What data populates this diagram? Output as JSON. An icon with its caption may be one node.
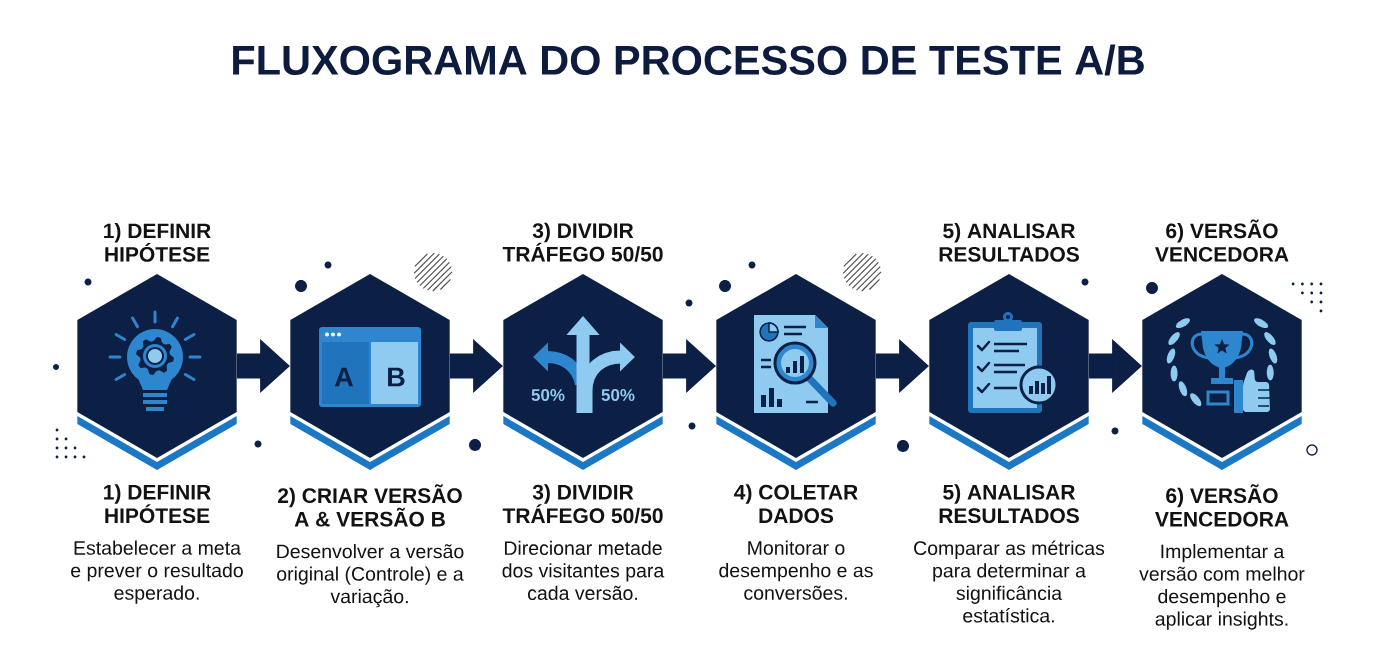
{
  "diagram": {
    "title": "FLUXOGRAMA DO PROCESSO DE TESTE A/B",
    "nodes": [
      {
        "text": [],
        "shape": "hexagon",
        "beside": [
          "1) DEFINIR HIPÓTESE",
          "1) DEFINIR HIPÓTESE",
          "Estabelecer a meta e prever o resultado esperado."
        ]
      },
      {
        "text": [
          "A",
          "B"
        ],
        "beside": [
          "2) CRIAR VERSÃO A & VERSÃO B",
          "Desenvolver a versão original (Controle) e a variação."
        ]
      },
      {
        "text": [
          "50%",
          "50%"
        ],
        "beside": [
          "3) DIVIDIR TRÁFEGO 50/50",
          "3) DIVIDIR TRÁFEGO 50/50",
          "Direcionar metade dos visitantes para cada versão."
        ]
      },
      {
        "text": [],
        "shape": "hexagon",
        "beside": [
          "4) COLETAR DADOS",
          "Monitorar o desempenho e as conversões."
        ]
      },
      {
        "text": [],
        "shape": "hexagon",
        "beside": [
          "5) ANALISAR RESULTADOS",
          "5) ANALISAR RESULTADOS",
          "Comparar as métricas para determinar a significância estatística."
        ]
      },
      {
        "text": [],
        "shape": "hexagon",
        "beside": [
          "6) VERSÃO VENCEDORA",
          "6) VERSÃO VENCEDORA",
          "Implementar a versão com melhor desempenho e aplicar insights."
        ]
      }
    ],
    "edges": [
      {
        "from": 0,
        "to": 1,
        "arrow": "to"
      },
      {
        "from": 1,
        "to": 2,
        "arrow": "to"
      },
      {
        "from": 2,
        "to": 3,
        "arrow": "to"
      },
      {
        "from": 3,
        "to": 4,
        "arrow": "to"
      },
      {
        "from": 4,
        "to": 5,
        "arrow": "to"
      }
    ]
  }
}
